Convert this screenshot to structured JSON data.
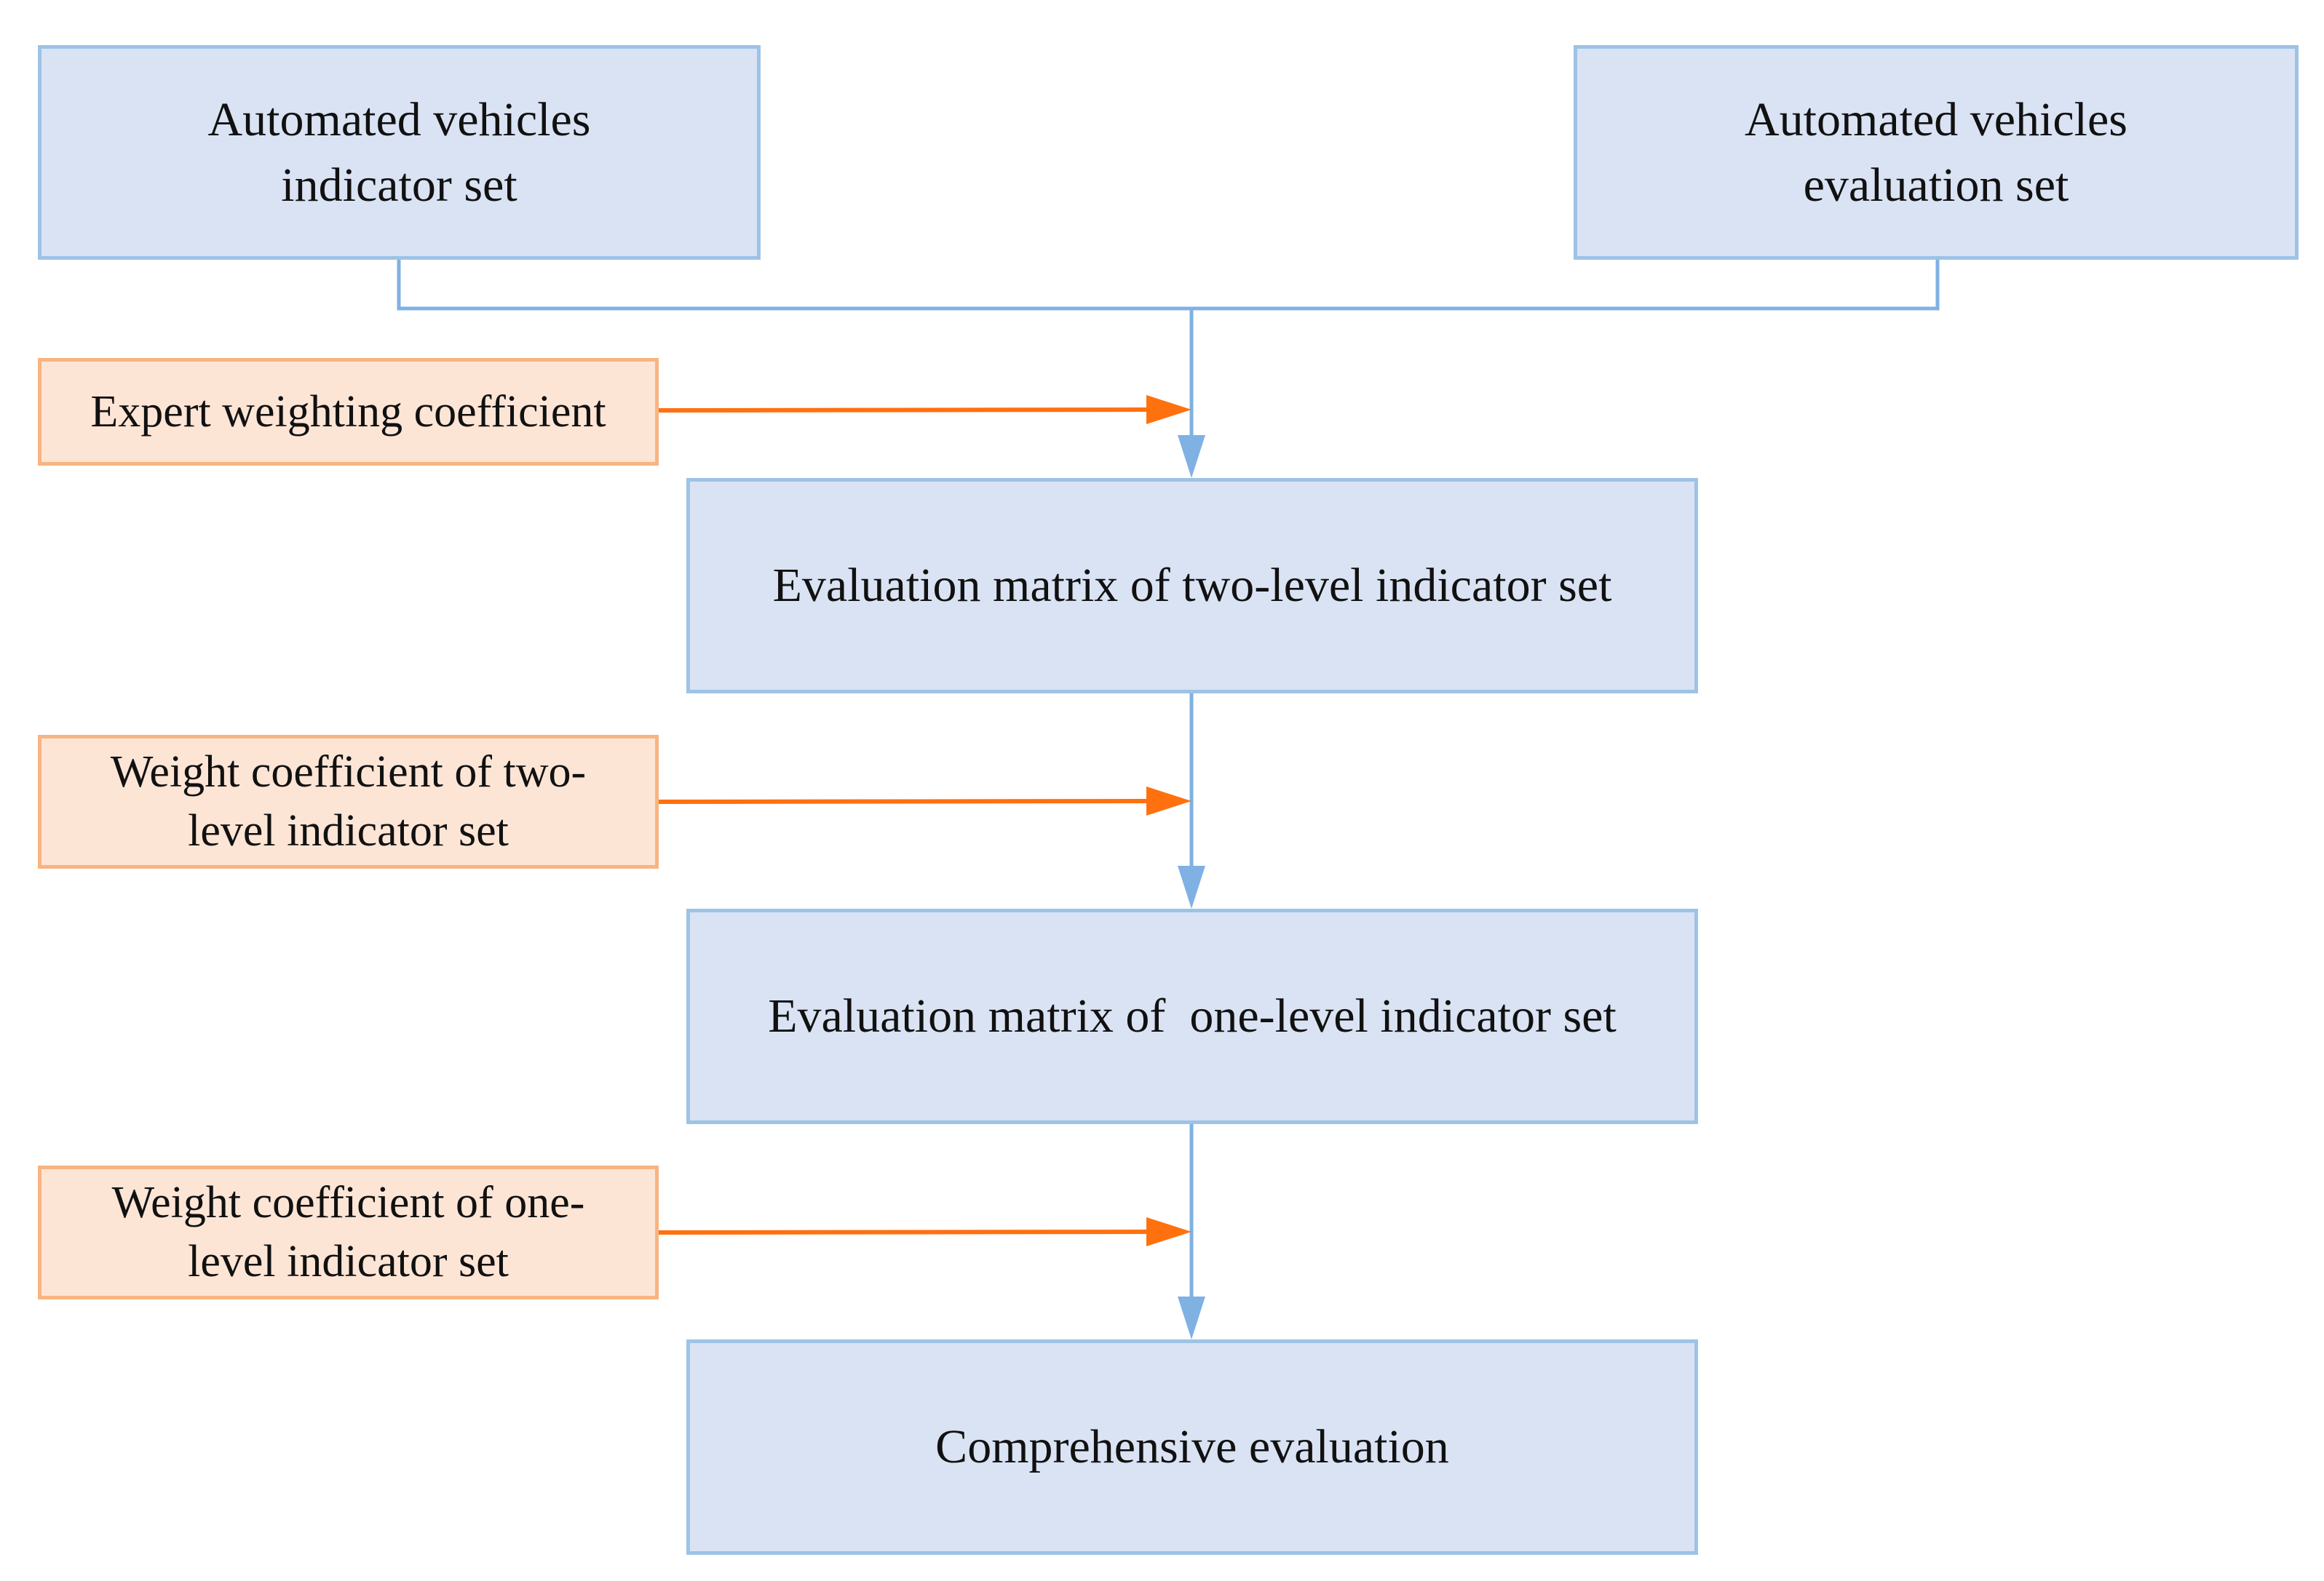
{
  "colors": {
    "main_box_fill": "#dae3f3",
    "main_box_border": "#9dc3e6",
    "main_connector": "#7fb1e3",
    "weight_box_fill": "#fde5d6",
    "weight_box_border": "#f8b482",
    "weight_arrow": "#ff700f"
  },
  "nodes": {
    "indicator_set": {
      "line1": "Automated vehicles",
      "line2": "indicator set"
    },
    "evaluation_set": {
      "line1": "Automated vehicles",
      "line2": "evaluation set"
    },
    "two_level_matrix": {
      "label": "Evaluation matrix of two-level indicator set"
    },
    "one_level_matrix": {
      "label": "Evaluation matrix of  one-level indicator set"
    },
    "comprehensive": {
      "label": "Comprehensive evaluation"
    }
  },
  "inputs": {
    "expert": {
      "label": "Expert weighting coefficient"
    },
    "two_level_weight": {
      "line1": "Weight coefficient of two-",
      "line2": "level indicator set"
    },
    "one_level_weight": {
      "line1": "Weight coefficient of one-",
      "line2": "level indicator set"
    }
  }
}
